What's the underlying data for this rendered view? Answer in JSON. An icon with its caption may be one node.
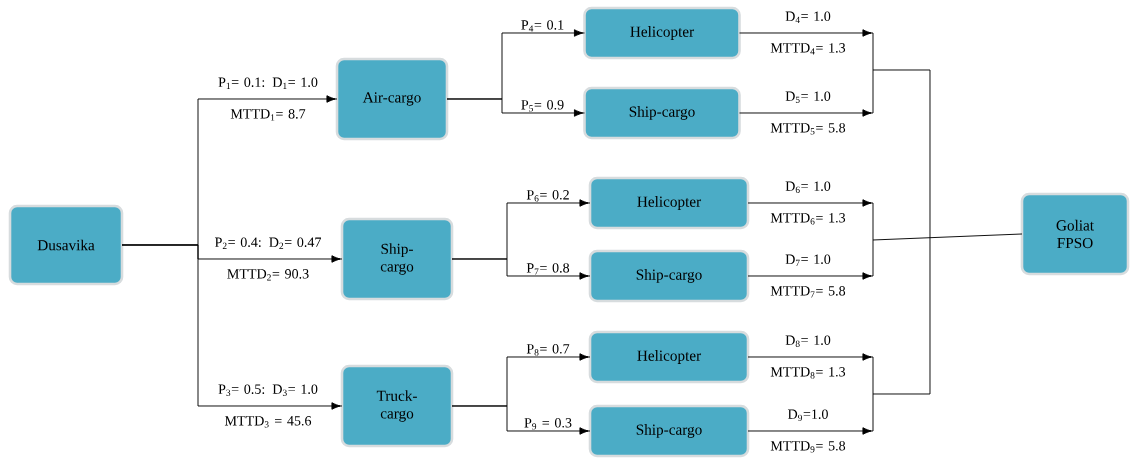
{
  "diagram": {
    "nodes": [
      {
        "text": [
          "Dusavika"
        ]
      },
      {
        "text": [
          "Air-cargo"
        ]
      },
      {
        "text": [
          "Ship- cargo"
        ]
      },
      {
        "text": [
          "Truck- cargo"
        ]
      },
      {
        "text": [
          "Helicopter"
        ]
      },
      {
        "text": [
          "Ship-cargo"
        ]
      },
      {
        "text": [
          "Helicopter"
        ]
      },
      {
        "text": [
          "Ship-cargo"
        ]
      },
      {
        "text": [
          "Helicopter"
        ]
      },
      {
        "text": [
          "Ship-cargo"
        ]
      },
      {
        "text": [
          "Goliat FPSO"
        ]
      }
    ],
    "edges": [
      {
        "from": 0,
        "to": 1,
        "arrow": "to",
        "label": "P$_{1}$= 0.1: D$_{1}$= 1.0 MTTD$_{1}$= 8.7"
      },
      {
        "from": 0,
        "to": 2,
        "arrow": "to",
        "label": "P$_{2}$= 0.4: D$_{2}$= 0.47 MTTD$_{2}$= 90.3"
      },
      {
        "from": 0,
        "to": 3,
        "arrow": "to",
        "label": "P$_{3}$= 0.5: D$_{3}$= 1.0 MTTD$_{3}$ = 45.6"
      },
      {
        "from": 1,
        "to": 4,
        "arrow": "to",
        "label": "P$_{4}$= 0.1"
      },
      {
        "from": 1,
        "to": 5,
        "arrow": "to",
        "label": "P$_{5}$= 0.9"
      },
      {
        "from": 2,
        "to": 6,
        "arrow": "to",
        "label": "P$_{6}$= 0.2"
      },
      {
        "from": 2,
        "to": 7,
        "arrow": "to",
        "label": "P$_{7}$= 0.8"
      },
      {
        "from": 3,
        "to": 8,
        "arrow": "to",
        "label": "P$_{8}$= 0.7"
      },
      {
        "from": 3,
        "to": 9,
        "arrow": "to",
        "label": "P$_{9}$ = 0.3"
      },
      {
        "from": 4,
        "to": null,
        "arrow": "to",
        "label": "D$_{4}$= 1.0 MTTD$_{4}$= 1.3"
      },
      {
        "from": 5,
        "to": null,
        "arrow": "to",
        "label": "D$_{5}$= 1.0 MTTD$_{5}$= 5.8"
      },
      {
        "from": 6,
        "to": null,
        "arrow": "to",
        "label": "D$_{6}$= 1.0 MTTD$_{6}$= 1.3"
      },
      {
        "from": 7,
        "to": null,
        "arrow": "to",
        "label": "D$_{7}$= 1.0 MTTD$_{7}$= 5.8"
      },
      {
        "from": 8,
        "to": null,
        "arrow": "to",
        "label": "D$_{8}$= 1.0 MTTD$_{8}$= 1.3"
      },
      {
        "from": 9,
        "to": null,
        "arrow": "to",
        "label": "D$_{9}$=1.0 MTTD$_{9}$= 5.8"
      },
      {
        "from": null,
        "to": 10,
        "arrow": "none"
      }
    ]
  }
}
